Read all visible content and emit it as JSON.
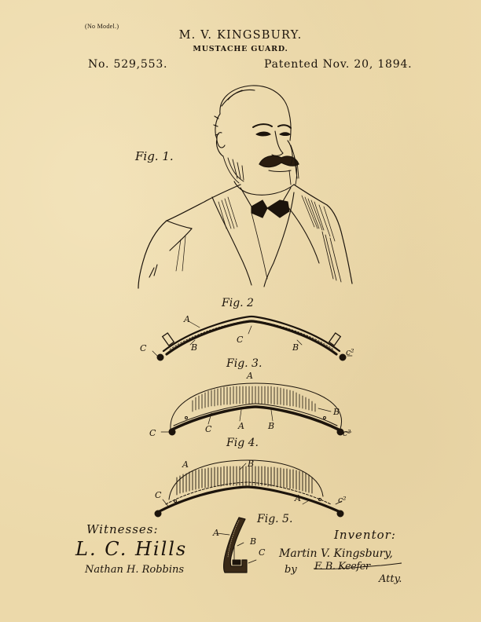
{
  "header": {
    "model_note": "(No Model.)",
    "inventor_name": "M. V. KINGSBURY.",
    "invention_title": "MUSTACHE GUARD.",
    "patent_number": "No. 529,553.",
    "patent_date": "Patented Nov. 20, 1894."
  },
  "figures": {
    "fig1": {
      "label": "Fig. 1."
    },
    "fig2": {
      "label": "Fig. 2",
      "letters": {
        "a": "A",
        "b_left": "B",
        "c_center": "C",
        "b_right": "B",
        "c_left": "C",
        "c2": "c²"
      }
    },
    "fig3": {
      "label": "Fig. 3.",
      "letters": {
        "a_top": "A",
        "b_right": "B",
        "c": "C",
        "a_bottom": "A",
        "b_bottom": "B",
        "c_left": "C",
        "c2": "c²"
      }
    },
    "fig4": {
      "label": "Fig 4.",
      "letters": {
        "a_left": "A",
        "b_top": "B",
        "c_left": "C",
        "a_right": "A",
        "c2": "c²"
      }
    },
    "fig5": {
      "label": "Fig. 5.",
      "letters": {
        "a": "A",
        "b": "B",
        "c": "C"
      }
    }
  },
  "witnesses": {
    "heading": "Witnesses:",
    "names": [
      "L. C. Hills",
      "Nathan H. Robbins"
    ]
  },
  "inventor": {
    "heading": "Inventor:",
    "name": "Martin V. Kingsbury,",
    "by": "by",
    "attorney": "F. B. Keefer",
    "attorney_title": "Atty."
  },
  "colors": {
    "paper": "#ecd9aa",
    "ink": "#1c140c"
  }
}
